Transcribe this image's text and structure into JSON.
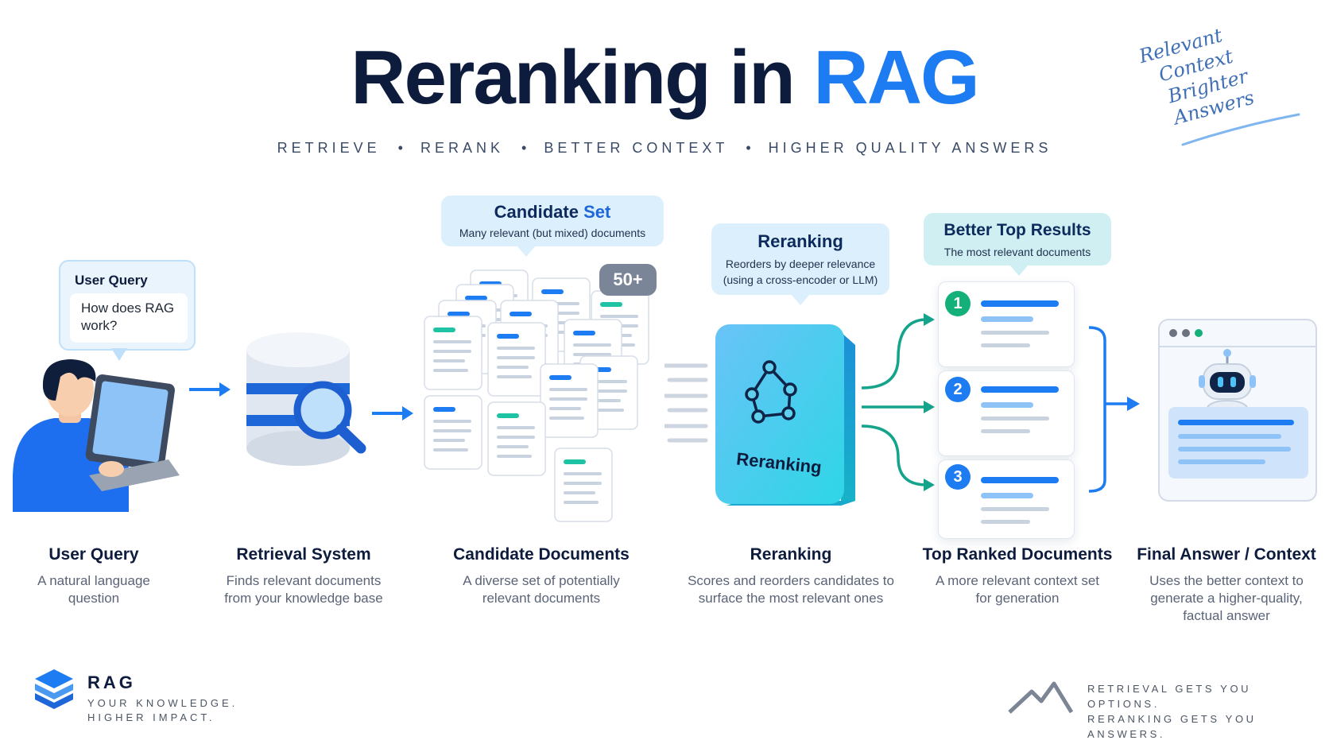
{
  "title": {
    "part1": "Reranking in",
    "part2": "RAG"
  },
  "subtitle": [
    "RETRIEVE",
    "RERANK",
    "BETTER CONTEXT",
    "HIGHER QUALITY ANSWERS"
  ],
  "subtitle_separator": "•",
  "handwritten_note": [
    "Relevant",
    "Context",
    "Brighter Answers"
  ],
  "user_query_bubble": {
    "heading": "User Query",
    "question": "How does RAG work?"
  },
  "candidate_callout": {
    "title_a": "Candidate",
    "title_b": "Set",
    "subtitle": "Many relevant (but mixed) documents"
  },
  "candidate_count_badge": "50+",
  "reranking_callout": {
    "title": "Reranking",
    "subtitle": "Reorders by deeper relevance (using a cross-encoder or LLM)"
  },
  "reranker_box_label": "Reranking",
  "top_results_callout": {
    "title": "Better Top Results",
    "subtitle": "The most relevant documents"
  },
  "rank_numbers": [
    "1",
    "2",
    "3"
  ],
  "stages": [
    {
      "title": "User Query",
      "desc": "A natural language question"
    },
    {
      "title": "Retrieval System",
      "desc": "Finds relevant documents from your knowledge base"
    },
    {
      "title": "Candidate Documents",
      "desc": "A diverse set of potentially relevant documents"
    },
    {
      "title": "Reranking",
      "desc": "Scores and reorders candidates to surface the most relevant ones"
    },
    {
      "title": "Top Ranked Documents",
      "desc": "A more relevant context set for generation"
    },
    {
      "title": "Final Answer / Context",
      "desc": "Uses the better context to generate a higher-quality, factual answer"
    }
  ],
  "footer": {
    "brand_name": "RAG",
    "brand_tagline_1": "YOUR KNOWLEDGE.",
    "brand_tagline_2": "HIGHER IMPACT.",
    "slogan_1": "RETRIEVAL GETS YOU OPTIONS.",
    "slogan_2": "RERANKING GETS YOU ANSWERS."
  },
  "colors": {
    "title_dark": "#0d1b3d",
    "accent_blue": "#1d7cf2",
    "teal": "#14a38b",
    "callout_bg": "#dceffd",
    "rank_green": "#14b079",
    "rank_blue": "#1d7cf2"
  },
  "icons": [
    "user-at-laptop-icon",
    "database-search-icon",
    "document-icon",
    "graph-nodes-icon",
    "robot-icon",
    "stacked-layers-logo",
    "mountain-logo",
    "arrow-right-icon"
  ]
}
